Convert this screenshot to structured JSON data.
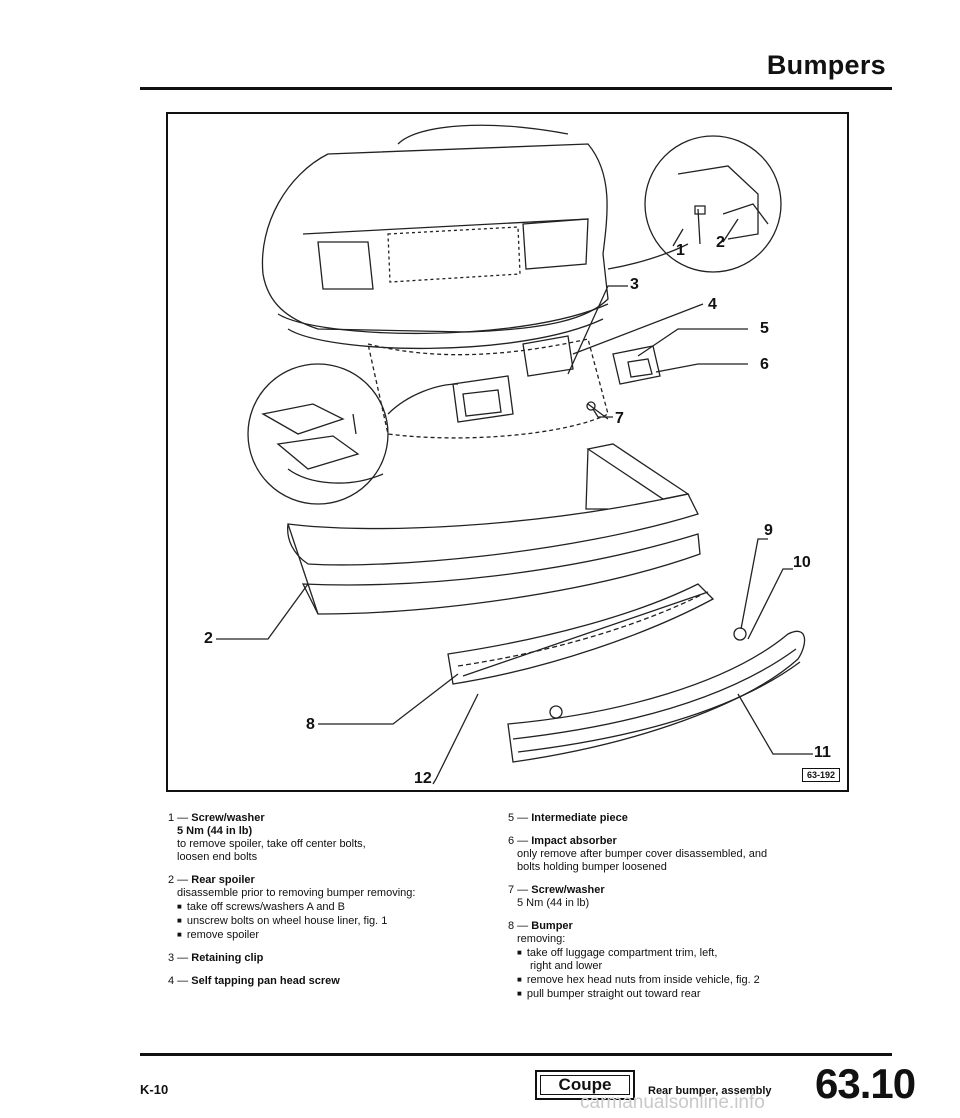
{
  "header": {
    "title": "Bumpers"
  },
  "figure": {
    "code": "63-192",
    "callouts": [
      "1",
      "2",
      "3",
      "4",
      "5",
      "6",
      "7",
      "2",
      "9",
      "10",
      "8",
      "11",
      "12"
    ]
  },
  "legend": {
    "items": [
      {
        "num": "1 —",
        "title": "Screw/washer",
        "spec": "5 Nm (44 in lb)",
        "lines": [
          "to remove spoiler, take off center bolts,",
          "loosen end bolts"
        ],
        "bullets": []
      },
      {
        "num": "2 —",
        "title": "Rear spoiler",
        "spec": "",
        "lines": [
          "disassemble prior to removing bumper removing:"
        ],
        "bullets": [
          "take off screws/washers A and B",
          "unscrew bolts on wheel house liner, fig. 1",
          "remove spoiler"
        ]
      },
      {
        "num": "3 —",
        "title": "Retaining clip",
        "spec": "",
        "lines": [],
        "bullets": []
      },
      {
        "num": "4 —",
        "title": "Self tapping pan head screw",
        "spec": "",
        "lines": [],
        "bullets": []
      },
      {
        "num": "5 —",
        "title": "Intermediate piece",
        "spec": "",
        "lines": [],
        "bullets": []
      },
      {
        "num": "6 —",
        "title": "Impact absorber",
        "spec": "",
        "lines": [
          "only remove after bumper cover disassembled, and",
          "bolts holding bumper loosened"
        ],
        "bullets": []
      },
      {
        "num": "7 —",
        "title": "Screw/washer",
        "spec": "5 Nm (44 in lb)",
        "lines": [],
        "bullets": []
      },
      {
        "num": "8 —",
        "title": "Bumper",
        "spec": "",
        "lines": [
          "removing:"
        ],
        "bullets": [
          "take off luggage compartment trim, left,",
          "right and lower",
          "remove hex head nuts from inside vehicle, fig. 2",
          "pull bumper straight out toward rear"
        ]
      }
    ]
  },
  "footer": {
    "left": "K-10",
    "badge": "Coupe",
    "caption": "Rear bumper, assembly",
    "page": "63.10",
    "watermark": "carmanualsonline.info"
  }
}
